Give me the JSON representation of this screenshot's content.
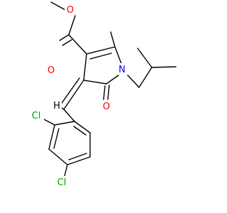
{
  "molecule": {
    "atoms": {
      "O_methoxy": "O",
      "O_carbonyl_ester": "O",
      "N_ring": "N",
      "O_lactam": "O",
      "Cl_ortho": "Cl",
      "Cl_para": "Cl",
      "H_methine": "H"
    },
    "colors": {
      "bond": "#000000",
      "oxygen": "#ff0000",
      "nitrogen": "#0000ff",
      "chlorine": "#00a000",
      "hydrogen": "#000000"
    }
  }
}
